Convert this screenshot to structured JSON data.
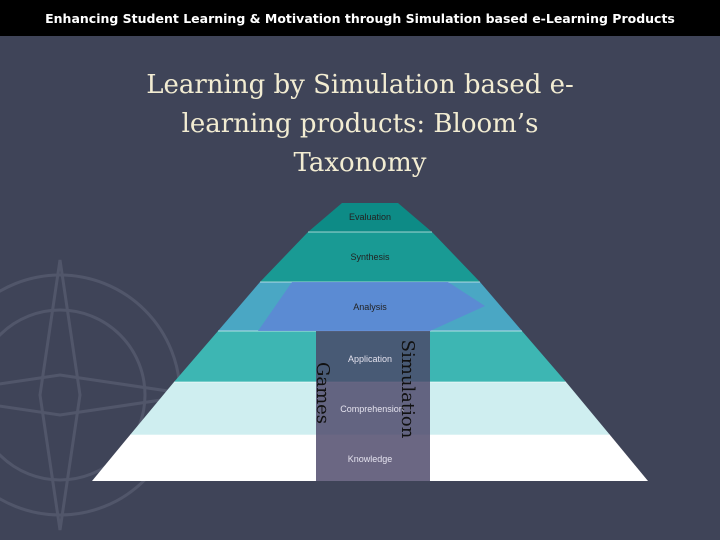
{
  "header": {
    "banner_text": "Enhancing Student Learning & Motivation through Simulation based e-Learning Products"
  },
  "slide": {
    "title": "Learning by Simulation based e-learning products: Bloom’s Taxonomy"
  },
  "pyramid": {
    "levels": [
      "Evaluation",
      "Synthesis",
      "Analysis",
      "Application",
      "Comprehension",
      "Knowledge"
    ],
    "side_labels": {
      "left": "Games",
      "right": "Simulation"
    }
  },
  "colors": {
    "background": "#3f4458",
    "banner": "#000000",
    "title_text": "#f2ecd2",
    "overlay": "#4b4568"
  }
}
